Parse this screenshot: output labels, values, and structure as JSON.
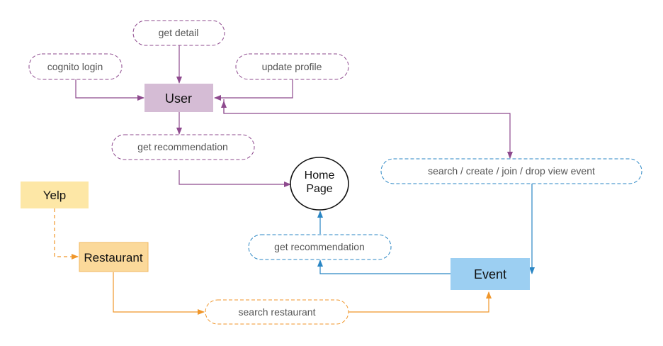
{
  "nodes": {
    "get_detail": "get detail",
    "cognito_login": "cognito login",
    "update_profile": "update profile",
    "user": "User",
    "get_recommendation_user": "get recommendation",
    "home_page_line1": "Home",
    "home_page_line2": "Page",
    "search_event": "search / create / join / drop view event",
    "yelp": "Yelp",
    "restaurant": "Restaurant",
    "get_recommendation_event": "get recommendation",
    "event": "Event",
    "search_restaurant": "search restaurant"
  },
  "colors": {
    "purple": "#8e4a8e",
    "purple_fill": "#d5bcd5",
    "blue": "#2a86c4",
    "blue_fill": "#9ccff2",
    "orange": "#f0962a",
    "yelp_fill": "#fde7a6",
    "restaurant_fill": "#fbd99a"
  }
}
